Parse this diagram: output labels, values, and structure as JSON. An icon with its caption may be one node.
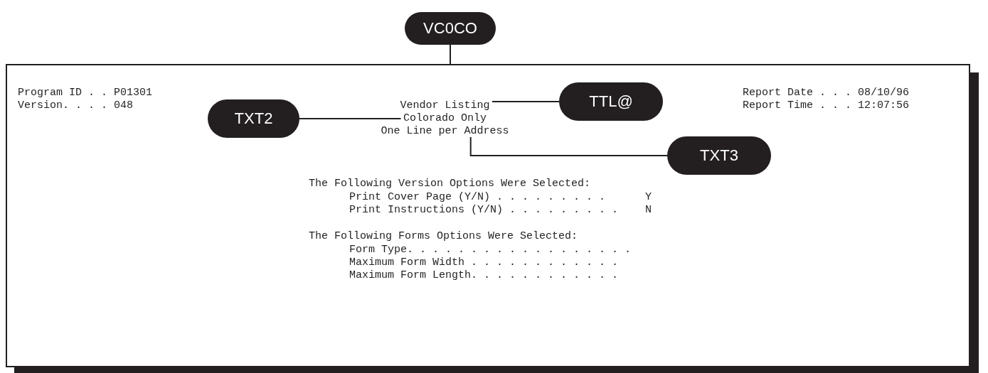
{
  "diagram": {
    "nodes": [
      {
        "text": [],
        "shape": "box"
      },
      {
        "text": [
          "VC0CO"
        ]
      },
      {
        "text": [
          "TTL@"
        ],
        "in": 0
      },
      {
        "text": [
          "TXT2"
        ],
        "in": 0
      },
      {
        "text": [
          "TXT3"
        ],
        "in": 0
      },
      {
        "text": [
          "Vendor Listing"
        ],
        "in": 0
      },
      {
        "text": [
          "Colorado Only"
        ],
        "in": 0
      },
      {
        "text": [
          "One Line per Address"
        ],
        "in": 0
      }
    ],
    "edges": [
      {
        "from": 1,
        "to": 0,
        "arrow": "none"
      },
      {
        "from": 2,
        "to": 5,
        "arrow": "none"
      },
      {
        "from": 3,
        "to": 6,
        "arrow": "none"
      },
      {
        "from": 4,
        "to": 7,
        "arrow": "none"
      }
    ],
    "labels": [
      "Program ID . . P01301",
      "Report Date . . . 08/10/96",
      "Version. . . . 048",
      "Report Time . . . 12:07:56",
      "The Following Version Options Were Selected:",
      "Print Cover Page (Y/N) . . . . . . . . .",
      "Y",
      "Print Instructions (Y/N) . . . . . . . . .",
      "N",
      "The Following Forms Options Were Selected:",
      "Form Type. . . . . . . . . . . . . . . . . .",
      "Maximum Form Width . . . . . . . . . . . .",
      "Maximum Form Length. . . . . . . . . . . ."
    ]
  }
}
